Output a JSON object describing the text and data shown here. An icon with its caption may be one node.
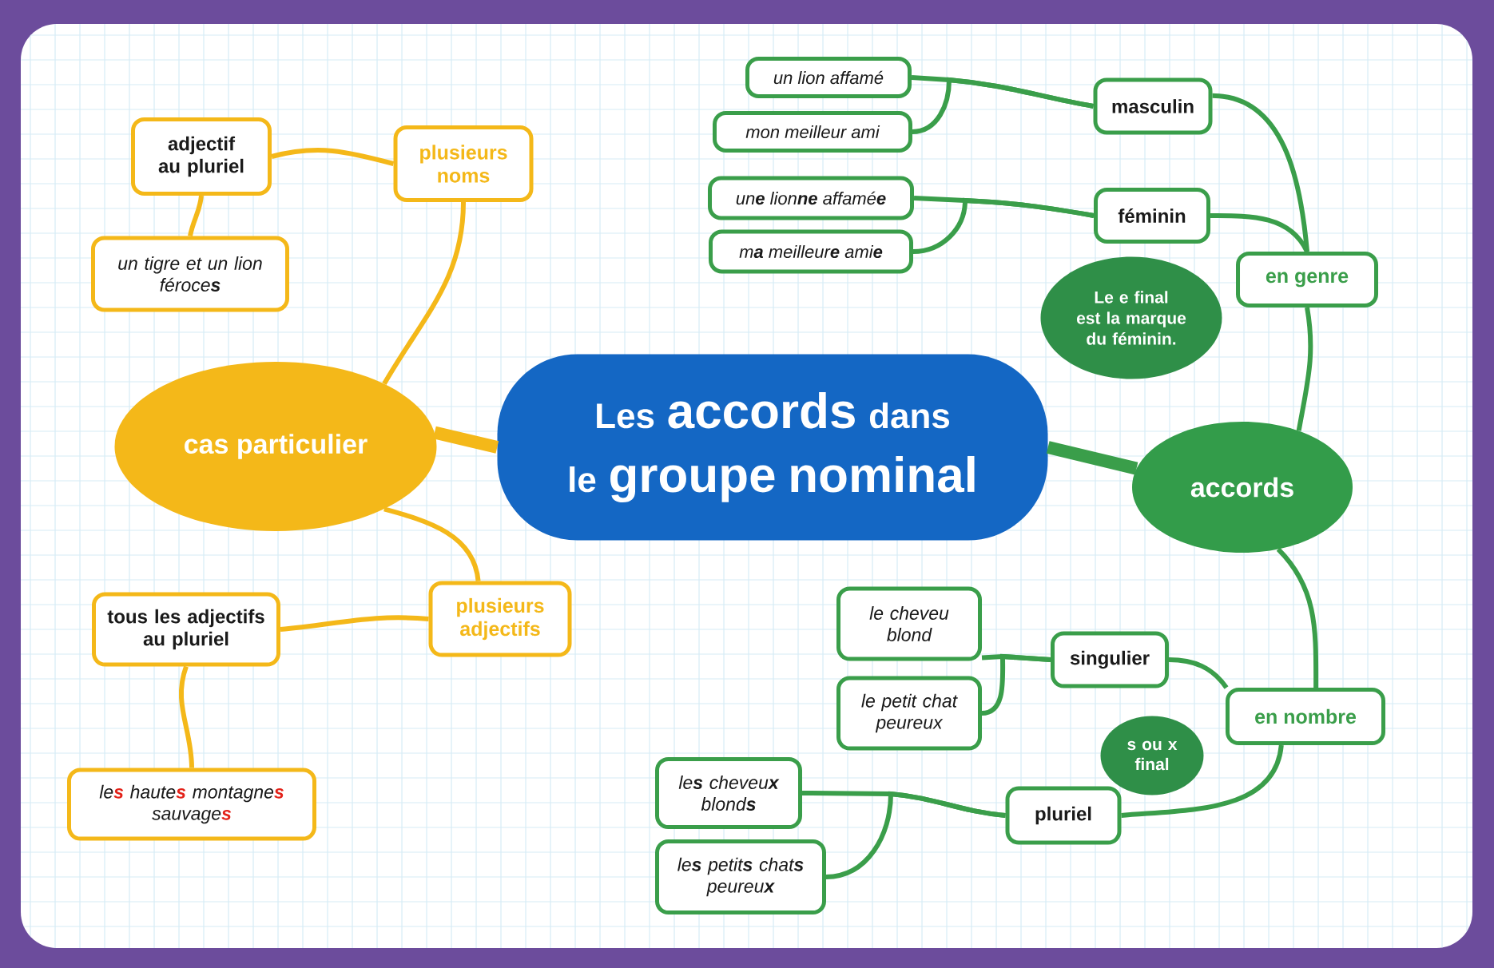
{
  "diagram": {
    "nodes": [
      {
        "text": [
          "Les **accords** dans le **groupe nominal**"
        ]
      },
      {
        "text": [
          "cas particulier"
        ]
      },
      {
        "text": [
          "plusieurs noms"
        ]
      },
      {
        "text": [
          "adjectif au pluriel"
        ]
      },
      {
        "text": [
          "un tigre et un lion féroce**s**"
        ]
      },
      {
        "text": [
          "plusieurs adjectifs"
        ]
      },
      {
        "text": [
          "tous les adjectifs au pluriel"
        ]
      },
      {
        "text": [
          "le**s** haute**s** montagne**s** sauvage**s**"
        ]
      },
      {
        "text": [
          "accords"
        ]
      },
      {
        "text": [
          "en genre"
        ]
      },
      {
        "text": [
          "masculin"
        ]
      },
      {
        "text": [
          "un lion affamé"
        ]
      },
      {
        "text": [
          "mon meilleur ami"
        ]
      },
      {
        "text": [
          "féminin"
        ]
      },
      {
        "text": [
          "un**e** lion**ne** affamé**e**"
        ]
      },
      {
        "text": [
          "m**a** meilleur**e** ami**e**"
        ]
      },
      {
        "text": [
          "Le e final est la marque du féminin."
        ]
      },
      {
        "text": [
          "en nombre"
        ]
      },
      {
        "text": [
          "singulier"
        ]
      },
      {
        "text": [
          "le cheveu blond"
        ]
      },
      {
        "text": [
          "le petit chat peureux"
        ]
      },
      {
        "text": [
          "pluriel"
        ]
      },
      {
        "text": [
          "le**s** cheveu**x** blond**s**"
        ]
      },
      {
        "text": [
          "le**s** petit**s** chat**s** peureu**x**"
        ]
      },
      {
        "text": [
          "s ou x final"
        ]
      }
    ],
    "edges": [
      {
        "from": 0,
        "to": 1,
        "arrow": "none",
        "style": "thick",
        "color": "#f4b819"
      },
      {
        "from": 0,
        "to": 8,
        "arrow": "none",
        "style": "thick"
      },
      {
        "from": 1,
        "to": 2,
        "arrow": "none",
        "color": "#f4b819"
      },
      {
        "from": 2,
        "to": 3,
        "arrow": "none",
        "color": "#f4b819"
      },
      {
        "from": 3,
        "to": 4,
        "arrow": "none",
        "color": "#f4b819"
      },
      {
        "from": 1,
        "to": 5,
        "arrow": "none",
        "color": "#f4b819"
      },
      {
        "from": 5,
        "to": 6,
        "arrow": "none",
        "color": "#f4b819"
      },
      {
        "from": 6,
        "to": 7,
        "arrow": "none",
        "color": "#f4b819"
      },
      {
        "from": 8,
        "to": 9,
        "arrow": "none"
      },
      {
        "from": 9,
        "to": 10,
        "arrow": "none"
      },
      {
        "from": 10,
        "to": 11,
        "arrow": "none"
      },
      {
        "from": 10,
        "to": 12,
        "arrow": "none"
      },
      {
        "from": 9,
        "to": 13,
        "arrow": "none"
      },
      {
        "from": 13,
        "to": 14,
        "arrow": "none"
      },
      {
        "from": 13,
        "to": 15,
        "arrow": "none"
      },
      {
        "from": 8,
        "to": 17,
        "arrow": "none"
      },
      {
        "from": 17,
        "to": 18,
        "arrow": "none"
      },
      {
        "from": 18,
        "to": 19,
        "arrow": "none"
      },
      {
        "from": 18,
        "to": 20,
        "arrow": "none"
      },
      {
        "from": 17,
        "to": 21,
        "arrow": "none"
      },
      {
        "from": 21,
        "to": 22,
        "arrow": "none"
      },
      {
        "from": 21,
        "to": 23,
        "arrow": "none"
      }
    ]
  }
}
